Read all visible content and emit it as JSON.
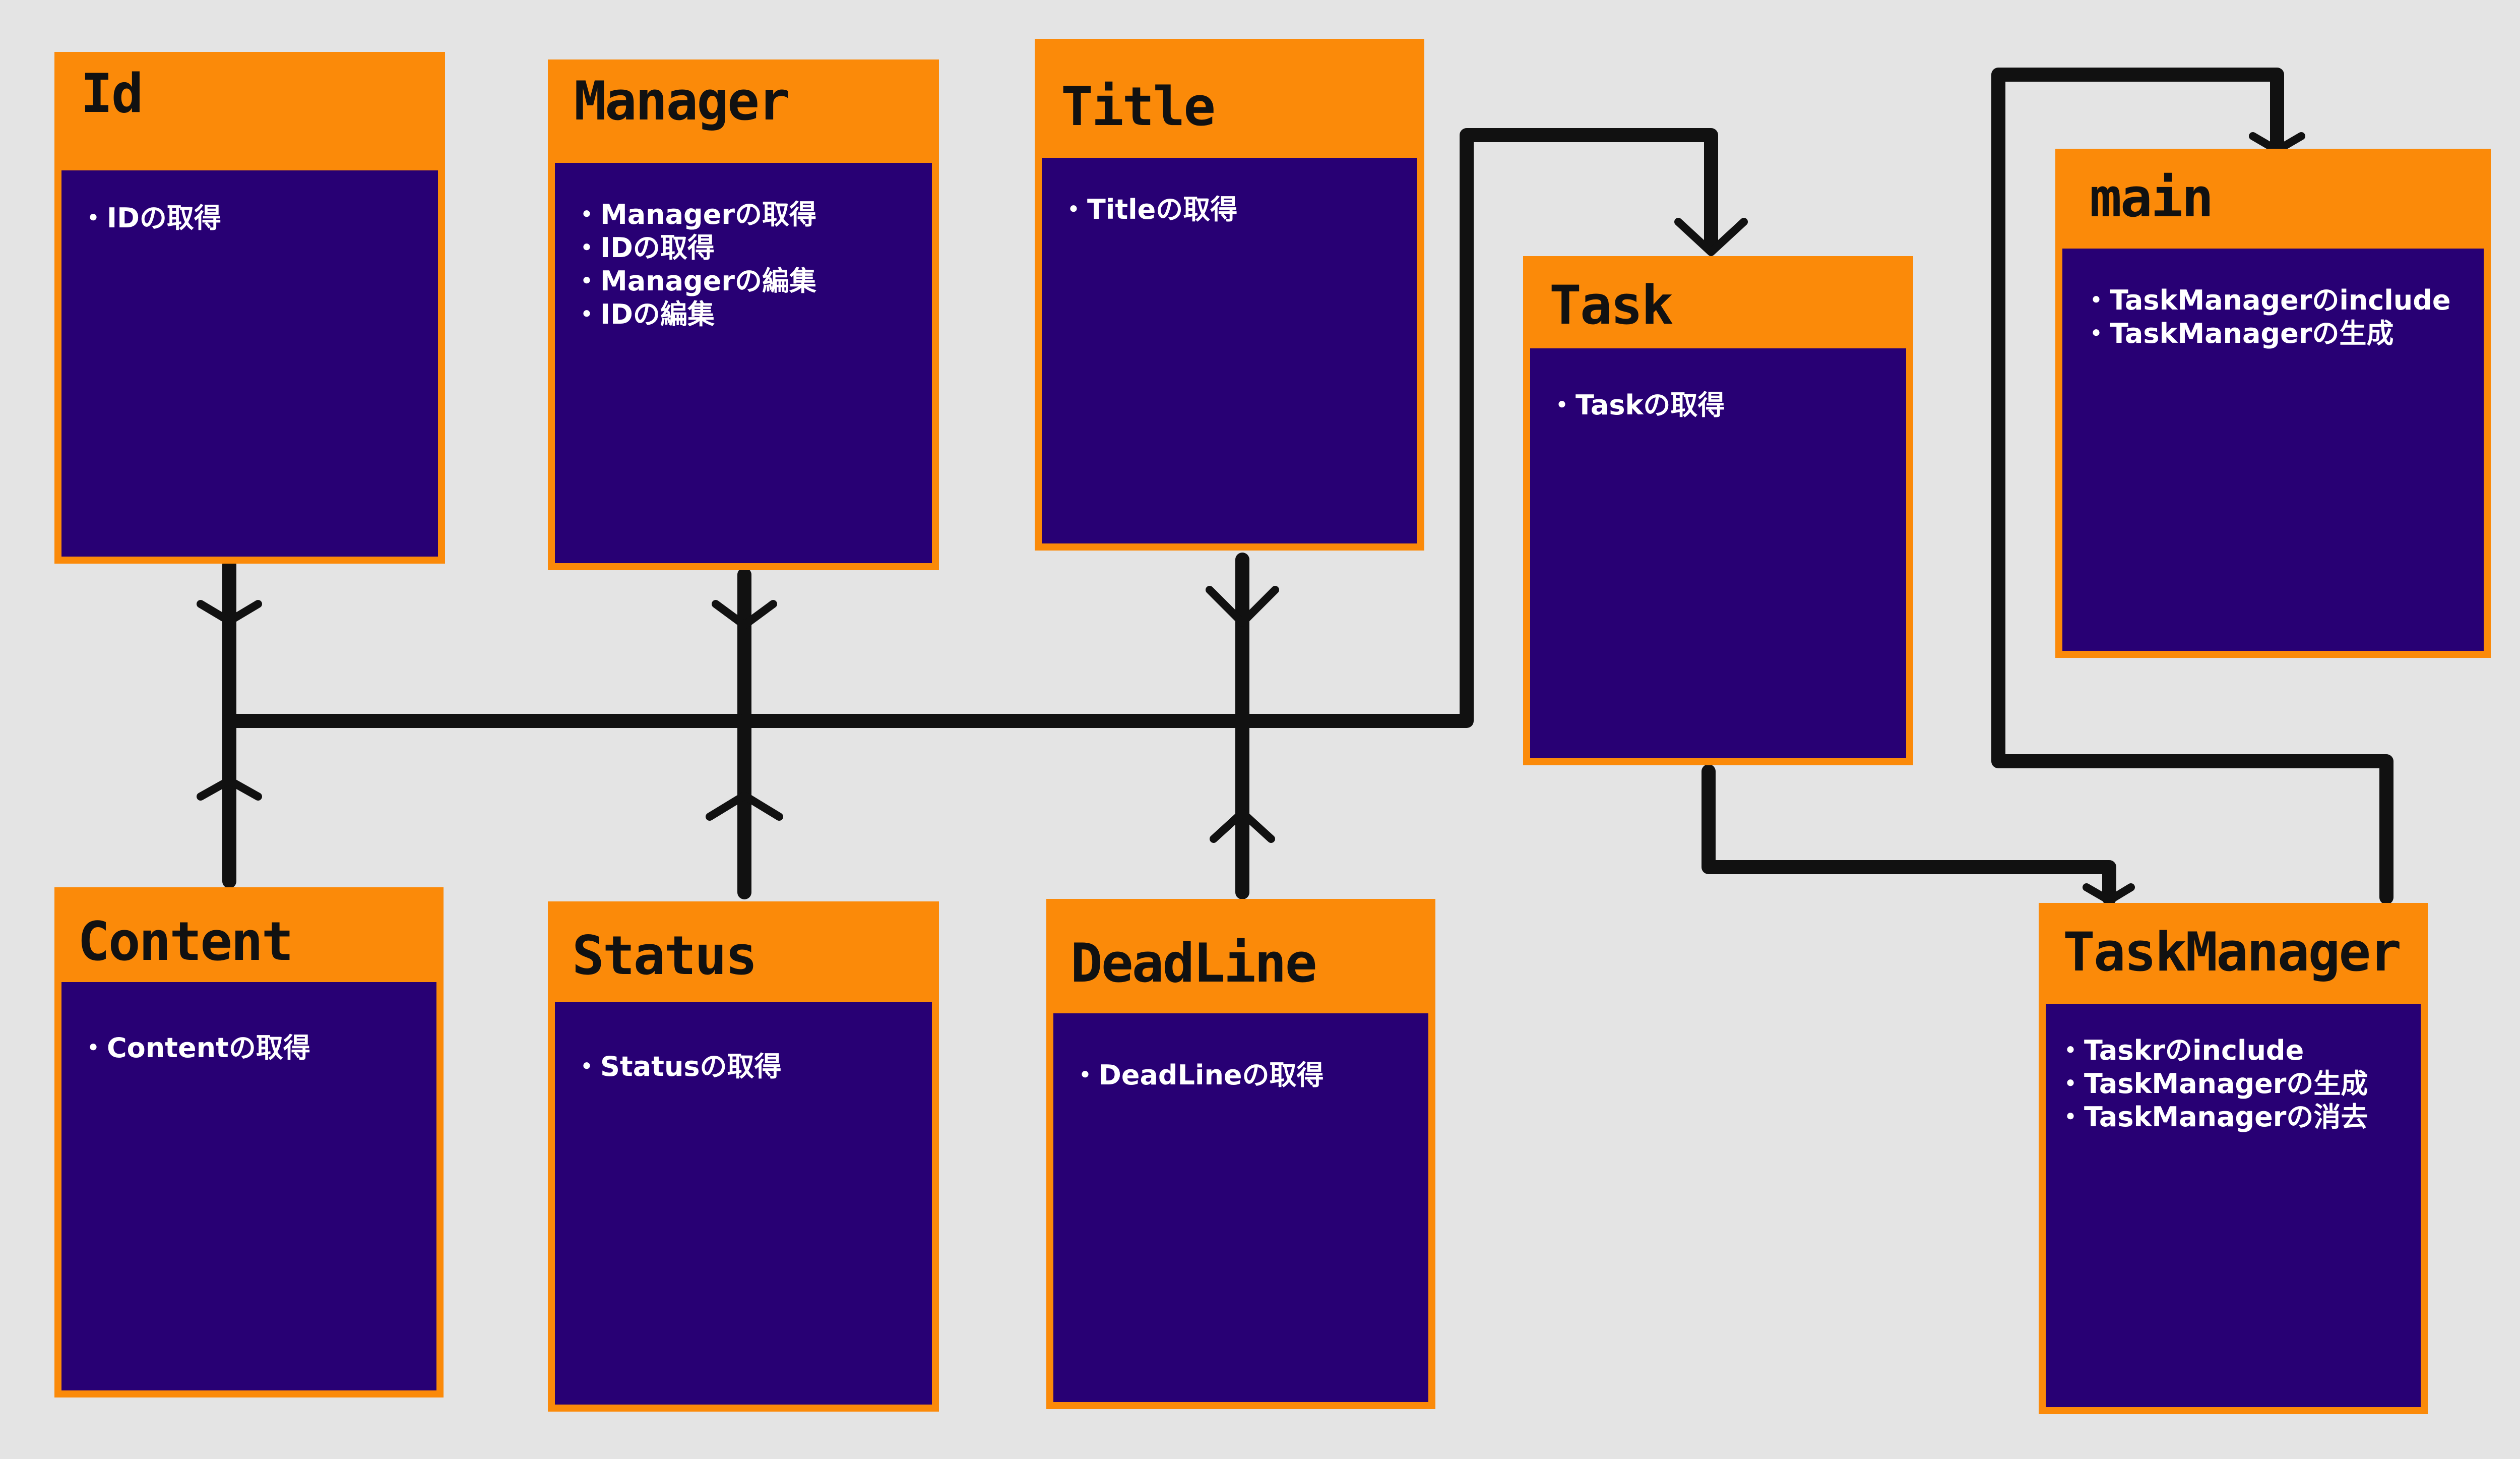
{
  "colors": {
    "background": "#e4e4e4",
    "box_frame": "#fb8a09",
    "box_body": "#280074",
    "title_text": "#111111",
    "item_text": "#ffffff",
    "connector": "#111111"
  },
  "boxes": {
    "id": {
      "title": "Id",
      "items": [
        "IDの取得"
      ]
    },
    "manager": {
      "title": "Manager",
      "items": [
        "Managerの取得",
        "IDの取得",
        "Managerの編集",
        "IDの編集"
      ]
    },
    "title_box": {
      "title": "Title",
      "items": [
        "Titleの取得"
      ]
    },
    "task": {
      "title": "Task",
      "items": [
        "Taskの取得"
      ]
    },
    "main": {
      "title": "main",
      "items": [
        "TaskManagerのinclude",
        "TaskManagerの生成"
      ]
    },
    "content": {
      "title": "Content",
      "items": [
        "Contentの取得"
      ]
    },
    "status": {
      "title": "Status",
      "items": [
        "Statusの取得"
      ]
    },
    "deadline": {
      "title": "DeadLine",
      "items": [
        "DeadLineの取得"
      ]
    },
    "taskmanager": {
      "title": "TaskManager",
      "items": [
        "Taskrのinclude",
        "TaskManagerの生成",
        "TaskManagerの消去"
      ]
    }
  }
}
